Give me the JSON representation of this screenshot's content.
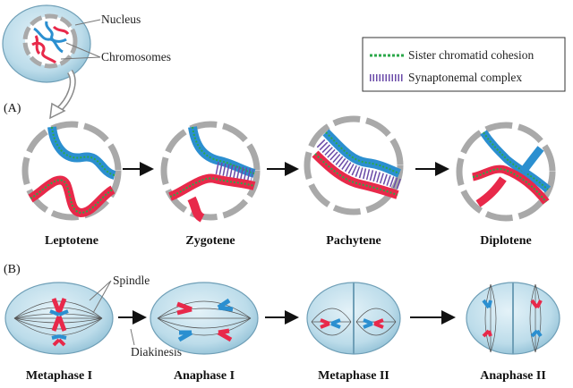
{
  "part_labels": {
    "a": "(A)",
    "b": "(B)"
  },
  "callouts": {
    "nucleus": "Nucleus",
    "chromosomes": "Chromosomes",
    "spindle": "Spindle",
    "diakinesis": "Diakinesis"
  },
  "legend": {
    "items": [
      {
        "label": "Sister chromatid cohesion",
        "color": "#2ca84a",
        "icon": "dotted-line"
      },
      {
        "label": "Synaptonemal complex",
        "color": "#6a4aa8",
        "icon": "hatched-bar"
      }
    ]
  },
  "prophase_stages": [
    "Leptotene",
    "Zygotene",
    "Pachytene",
    "Diplotene"
  ],
  "division_stages": [
    "Metaphase I",
    "Anaphase I",
    "Metaphase II",
    "Anaphase II"
  ],
  "colors": {
    "maternal": "#e8294a",
    "paternal": "#2b8fd0",
    "cohesion": "#2ca84a",
    "synaptonemal": "#6a4aa8",
    "cell_fill": "#bcdcea",
    "cell_edge": "#6f9fb7",
    "envelope": "#a9a9a9"
  }
}
